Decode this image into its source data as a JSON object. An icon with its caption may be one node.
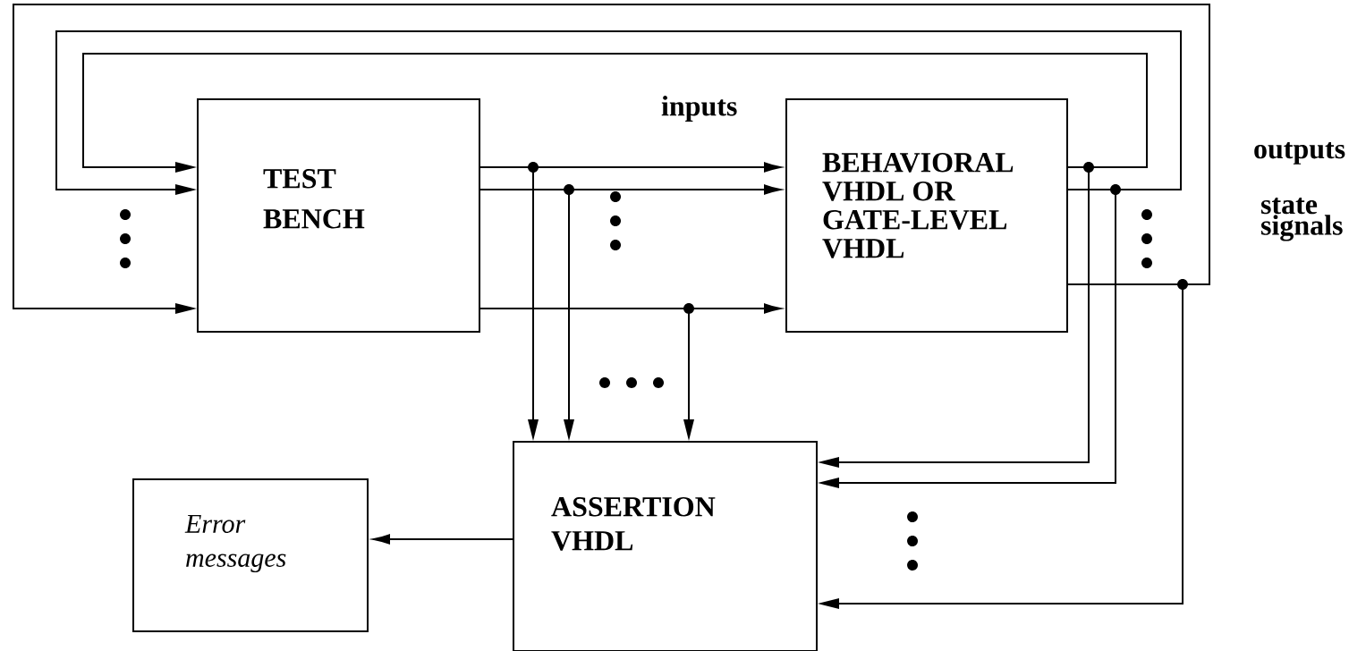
{
  "diagram": {
    "nodes": [
      {
        "text": [
          "TEST BENCH"
        ]
      },
      {
        "text": [
          "BEHAVIORAL VHDL OR GATE-LEVEL VHDL"
        ]
      },
      {
        "text": [
          "ASSERTION VHDL"
        ]
      },
      {
        "text": [
          "Error messages"
        ]
      }
    ],
    "edges": [
      {
        "from": 0,
        "to": 1,
        "arrow": "to"
      },
      {
        "from": 0,
        "to": 1,
        "arrow": "to"
      },
      {
        "from": 0,
        "to": 1,
        "arrow": "to"
      },
      {
        "from": 0,
        "to": 2,
        "arrow": "to"
      },
      {
        "from": 0,
        "to": 2,
        "arrow": "to"
      },
      {
        "from": 0,
        "to": 2,
        "arrow": "to"
      },
      {
        "from": 1,
        "to": 0,
        "arrow": "to"
      },
      {
        "from": 1,
        "to": 0,
        "arrow": "to"
      },
      {
        "from": 1,
        "to": 0,
        "arrow": "to"
      },
      {
        "from": 1,
        "to": 2,
        "arrow": "to"
      },
      {
        "from": 1,
        "to": 2,
        "arrow": "to"
      },
      {
        "from": 1,
        "to": 2,
        "arrow": "to"
      },
      {
        "from": 2,
        "to": 3,
        "arrow": "to"
      }
    ],
    "labels": [
      "inputs",
      "outputs",
      "state signals"
    ]
  }
}
